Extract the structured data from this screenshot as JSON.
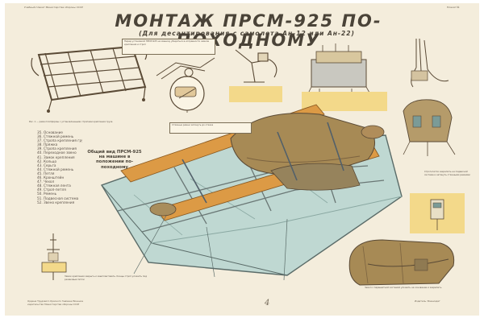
{
  "poster": {
    "header_left": "Учебный плакат Министерства обороны СССР",
    "header_right": "Плакат №",
    "title": "МОНТАЖ ПРСМ-925 ПО-ПОХОДНОМУ",
    "subtitle": "(Для десантирования с самолета Ан-12 или Ан-22)",
    "general_view_label": "Общий вид ПРСМ-925 на машине в положении по-походному",
    "sheet_mark": "4",
    "legend_items": [
      "35. Основание",
      "36. Стяжной ремень",
      "37. Стропа крепления груза",
      "38. Пряжка",
      "39. Стропа крепления",
      "40. Переходное звено",
      "41. Замок крепления",
      "42. Кольцо",
      "43. Серьга",
      "44. Стяжной ремень",
      "45. Петля",
      "46. Кронштейн",
      "47. Чехол",
      "48. Стяжная лента",
      "49. Строп-петля",
      "50. Ремень",
      "51. Подвесная система",
      "52. Звено крепления"
    ],
    "foot_left": "Ордена Трудового Красного Знамени Военное издательство Министерства обороны СССР",
    "foot_right": "Издатель: Воениздат"
  },
  "colors": {
    "paper": "#f4eddc",
    "title_ink": "#4a4338",
    "vehicle": "#bfd8d2",
    "beam": "#dc9a45",
    "canopy": "#a78a55",
    "panel_yellow": "#f3d98a"
  }
}
